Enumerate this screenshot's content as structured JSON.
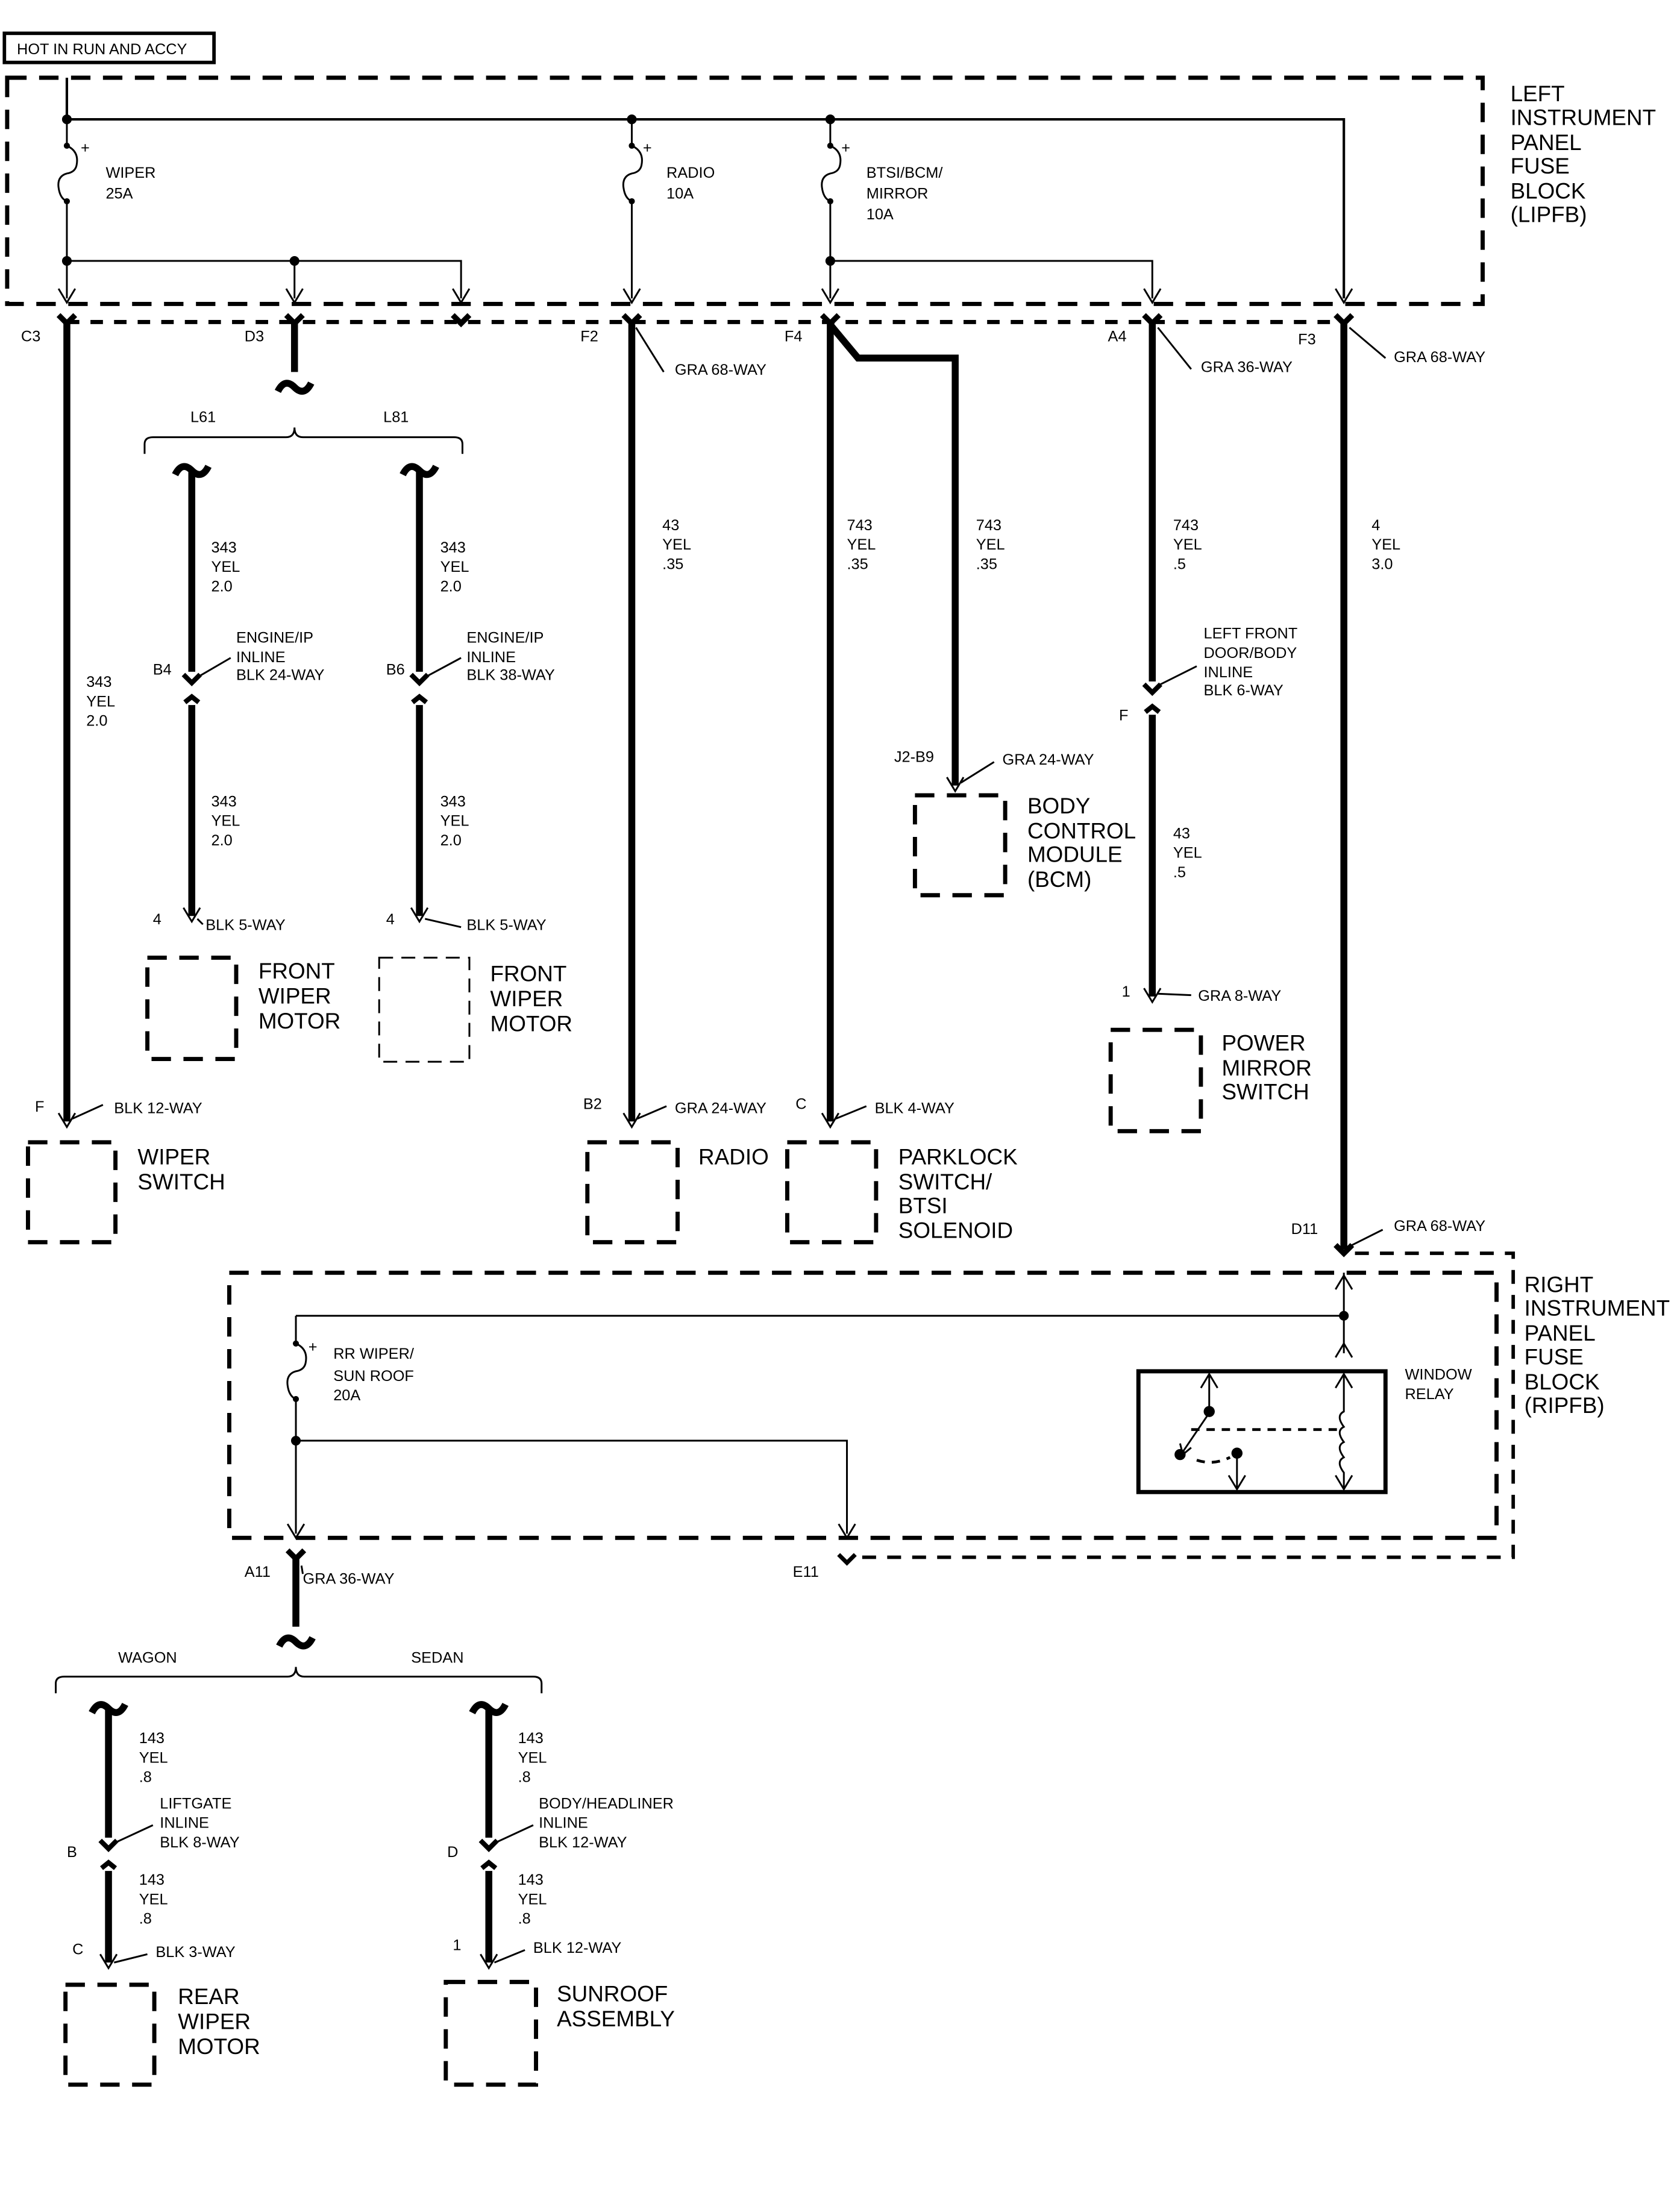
{
  "header": "HOT IN RUN AND ACCY",
  "lipfb": [
    "LEFT",
    "INSTRUMENT",
    "PANEL",
    "FUSE",
    "BLOCK",
    "(LIPFB)"
  ],
  "ripfb": [
    "RIGHT",
    "INSTRUMENT",
    "PANEL",
    "FUSE",
    "BLOCK",
    "(RIPFB)"
  ],
  "fuses": {
    "wiper": [
      "WIPER",
      "25A"
    ],
    "radio": [
      "RADIO",
      "10A"
    ],
    "btsi": [
      "BTSI/BCM/",
      "MIRROR",
      "10A"
    ],
    "rr": [
      "RR WIPER/",
      "SUN ROOF",
      "20A"
    ]
  },
  "plus": "+",
  "connectors": {
    "c3": "C3",
    "d3": "D3",
    "f2": "F2",
    "f4": "F4",
    "a4": "A4",
    "f3": "F3",
    "d11": "D11",
    "a11": "A11",
    "e11": "E11"
  },
  "conn_types": {
    "f2": "GRA 68-WAY",
    "a4": "GRA 36-WAY",
    "f3": "GRA 68-WAY",
    "d11": "GRA 68-WAY",
    "a11": "GRA 36-WAY"
  },
  "options": {
    "l61": "L61",
    "l81": "L81",
    "wagon": "WAGON",
    "sedan": "SEDAN"
  },
  "wires": {
    "c3": [
      "343",
      "YEL",
      "2.0"
    ],
    "l61a": [
      "343",
      "YEL",
      "2.0"
    ],
    "l61b": [
      "343",
      "YEL",
      "2.0"
    ],
    "l81a": [
      "343",
      "YEL",
      "2.0"
    ],
    "l81b": [
      "343",
      "YEL",
      "2.0"
    ],
    "f2": [
      "43",
      "YEL",
      ".35"
    ],
    "f4a": [
      "743",
      "YEL",
      ".35"
    ],
    "f4b": [
      "743",
      "YEL",
      ".35"
    ],
    "a4a": [
      "743",
      "YEL",
      ".5"
    ],
    "a4b": [
      "43",
      "YEL",
      ".5"
    ],
    "f3": [
      "4",
      "YEL",
      "3.0"
    ],
    "wagon_a": [
      "143",
      "YEL",
      ".8"
    ],
    "wagon_b": [
      "143",
      "YEL",
      ".8"
    ],
    "sedan_a": [
      "143",
      "YEL",
      ".8"
    ],
    "sedan_b": [
      "143",
      "YEL",
      ".8"
    ]
  },
  "inlines": {
    "b4": {
      "pin": "B4",
      "label": [
        "ENGINE/IP",
        "INLINE",
        "BLK 24-WAY"
      ]
    },
    "b6": {
      "pin": "B6",
      "label": [
        "ENGINE/IP",
        "INLINE",
        "BLK 38-WAY"
      ]
    },
    "lfdoor": {
      "pin": "F",
      "label": [
        "LEFT FRONT",
        "DOOR/BODY",
        "INLINE",
        "BLK 6-WAY"
      ]
    },
    "liftgate": {
      "pin": "B",
      "label": [
        "LIFTGATE",
        "INLINE",
        "BLK 8-WAY"
      ]
    },
    "headliner": {
      "pin": "D",
      "label": [
        "BODY/HEADLINER",
        "INLINE",
        "BLK 12-WAY"
      ]
    }
  },
  "components": {
    "wiper_switch": {
      "pin": "F",
      "conn": "BLK 12-WAY",
      "name": [
        "WIPER",
        "SWITCH"
      ]
    },
    "fwm1": {
      "pin": "4",
      "conn": "BLK 5-WAY",
      "name": [
        "FRONT",
        "WIPER",
        "MOTOR"
      ]
    },
    "fwm2": {
      "pin": "4",
      "conn": "BLK 5-WAY",
      "name": [
        "FRONT",
        "WIPER",
        "MOTOR"
      ]
    },
    "radio": {
      "pin": "B2",
      "conn": "GRA 24-WAY",
      "name": [
        "RADIO"
      ]
    },
    "parklock": {
      "pin": "C",
      "conn": "BLK 4-WAY",
      "name": [
        "PARKLOCK",
        "SWITCH/",
        "BTSI",
        "SOLENOID"
      ]
    },
    "bcm": {
      "pin": "J2-B9",
      "conn": "GRA 24-WAY",
      "name": [
        "BODY",
        "CONTROL",
        "MODULE",
        "(BCM)"
      ]
    },
    "mirror": {
      "pin": "1",
      "conn": "GRA 8-WAY",
      "name": [
        "POWER",
        "MIRROR",
        "SWITCH"
      ]
    },
    "rwm": {
      "pin": "C",
      "conn": "BLK 3-WAY",
      "name": [
        "REAR",
        "WIPER",
        "MOTOR"
      ]
    },
    "sunroof": {
      "pin": "1",
      "conn": "BLK 12-WAY",
      "name": [
        "SUNROOF",
        "ASSEMBLY"
      ]
    }
  },
  "relay": [
    "WINDOW",
    "RELAY"
  ]
}
